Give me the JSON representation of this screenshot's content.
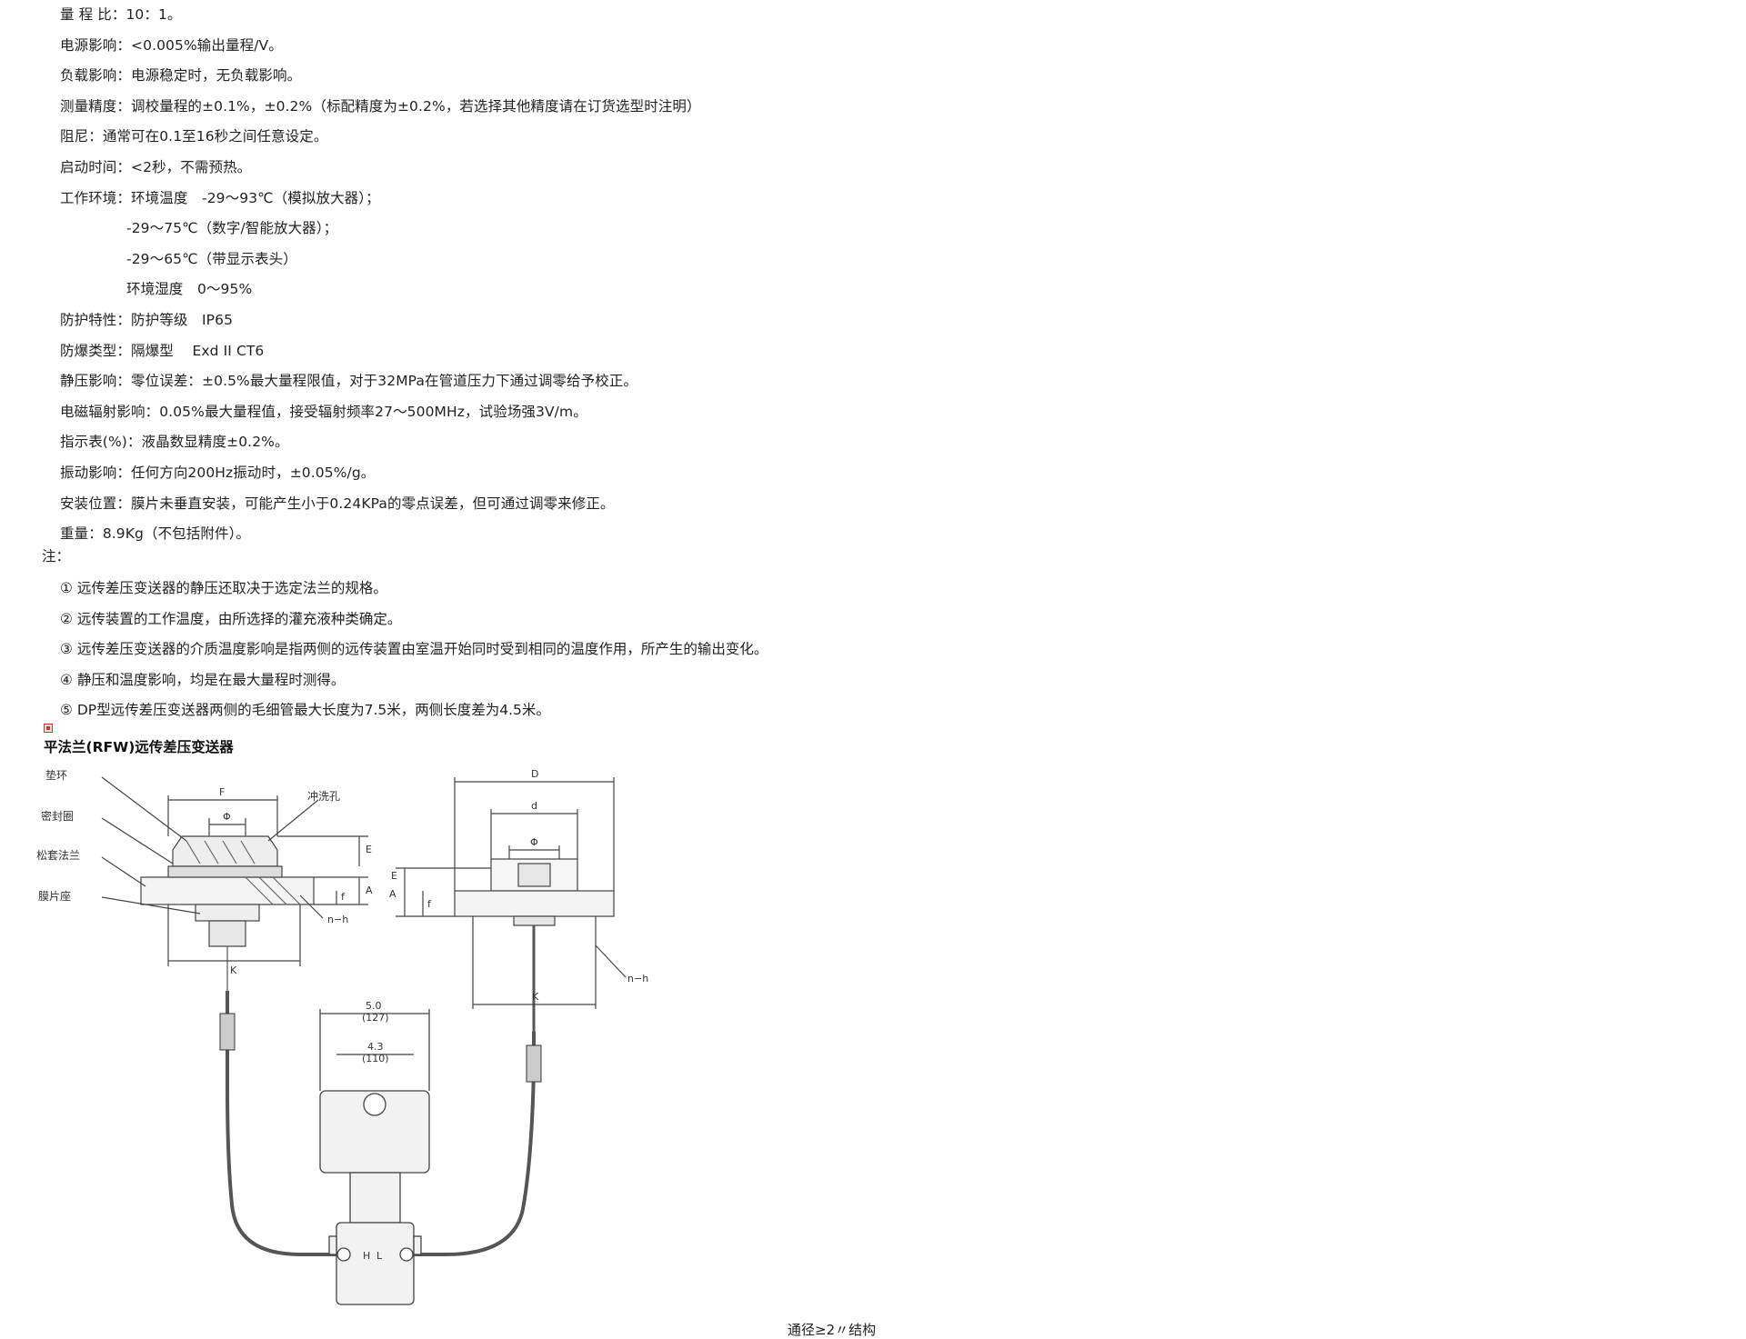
{
  "specs": [
    {
      "label": "量 程 比：",
      "value": "10：1。"
    },
    {
      "label": "电源影响：",
      "value": "<0.005%输出量程/V。"
    },
    {
      "label": "负载影响：",
      "value": "电源稳定时，无负载影响。"
    },
    {
      "label": "测量精度：",
      "value": "调校量程的±0.1%，±0.2%（标配精度为±0.2%，若选择其他精度请在订货选型时注明）"
    },
    {
      "label": "阻尼：",
      "value": "通常可在0.1至16秒之间任意设定。"
    },
    {
      "label": "启动时间：",
      "value": "<2秒，不需预热。"
    },
    {
      "label": "工作环境：",
      "value": "环境温度　-29～93℃（模拟放大器）；"
    },
    {
      "label": "",
      "value": "-29～75℃（数字/智能放大器）；"
    },
    {
      "label": "",
      "value": "-29～65℃（带显示表头）"
    },
    {
      "label": "",
      "value": "环境湿度　0～95%"
    },
    {
      "label": "防护特性：",
      "value": "防护等级　IP65"
    },
    {
      "label": "防爆类型：",
      "value": "隔爆型　 Exd II CT6"
    },
    {
      "label": "静压影响：",
      "value": "零位误差：±0.5%最大量程限值，对于32MPa在管道压力下通过调零给予校正。"
    },
    {
      "label": "电磁辐射影响：",
      "value": "0.05%最大量程值，接受辐射频率27～500MHz，试验场强3V/m。"
    },
    {
      "label": "指示表(%)：",
      "value": "液晶数显精度±0.2%。"
    },
    {
      "label": "振动影响：",
      "value": "任何方向200Hz振动时，±0.05%/g。"
    },
    {
      "label": "安装位置：",
      "value": "膜片未垂直安装，可能产生小于0.24KPa的零点误差，但可通过调零来修正。"
    },
    {
      "label": "重量：",
      "value": "8.9Kg（不包括附件）。"
    }
  ],
  "notes_heading": "注：",
  "notes": [
    "① 远传差压变送器的静压还取决于选定法兰的规格。",
    "② 远传装置的工作温度，由所选择的灌充液种类确定。",
    "③ 远传差压变送器的介质温度影响是指两侧的远传装置由室温开始同时受到相同的温度作用，所产生的输出变化。",
    "④ 静压和温度影响，均是在最大量程时测得。",
    "⑤ DP型远传差压变送器两侧的毛细管最大长度为7.5米，两侧长度差为4.5米。"
  ],
  "section_title": "平法兰(RFW)远传差压变送器",
  "drawing_labels": {
    "gasket_ring": "垫环",
    "seal_ring": "密封圈",
    "loose_flange": "松套法兰",
    "diaphragm_seat": "膜片座",
    "flush_hole": "冲洗孔",
    "dim_F": "F",
    "dim_phi": "Φ",
    "dim_E": "E",
    "dim_A": "A",
    "dim_f": "f",
    "dim_K": "K",
    "dim_nh": "n−h",
    "dim_D": "D",
    "dim_d": "d",
    "dim_width_outer": "5.0",
    "dim_width_outer_mm": "(127)",
    "dim_width_inner": "4.3",
    "dim_width_inner_mm": "(110)",
    "port_H": "H",
    "port_L": "L"
  },
  "caption": "通径≥2〃结构"
}
